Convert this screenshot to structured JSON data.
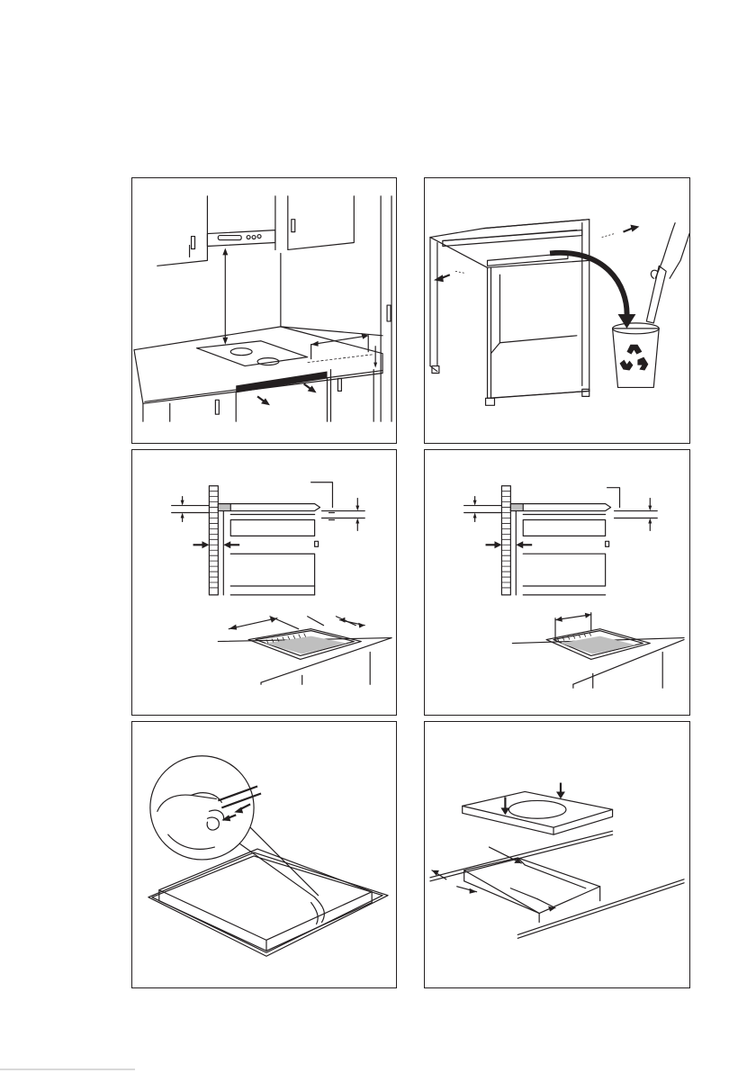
{
  "panels": [
    {
      "id": "step-1",
      "subject": "hood-above-hob-and-cabinet-drawer"
    },
    {
      "id": "step-2",
      "subject": "cabinet-remove-crossbar-recycle"
    },
    {
      "id": "step-3",
      "subject": "worktop-section-cutout-flush-left"
    },
    {
      "id": "step-4",
      "subject": "worktop-section-cutout-flush-right"
    },
    {
      "id": "step-5",
      "subject": "apply-seal-strip"
    },
    {
      "id": "step-6",
      "subject": "insert-hob-into-cutout"
    }
  ],
  "icons": {
    "recycle": "recycle-icon",
    "arrow": "arrow-icon"
  },
  "colors": {
    "line": "#231f20",
    "grey": "#bfbfbf",
    "background": "#ffffff"
  }
}
